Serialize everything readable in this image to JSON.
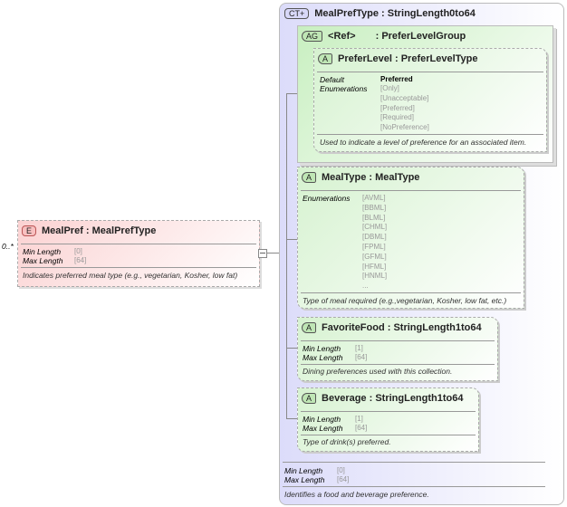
{
  "element": {
    "badge": "E",
    "title": "MealPref : MealPrefType",
    "cardinality": "0..*",
    "min_length_label": "Min Length",
    "min_length": "[0]",
    "max_length_label": "Max Length",
    "max_length": "[64]",
    "description": "Indicates preferred meal type (e.g., vegetarian, Kosher, low fat)"
  },
  "complex_type": {
    "badge": "CT+",
    "title": "MealPrefType : StringLength0to64",
    "min_length_label": "Min Length",
    "min_length": "[0]",
    "max_length_label": "Max Length",
    "max_length": "[64]",
    "description": "Identifies a food and beverage preference."
  },
  "attribute_group": {
    "badge": "AG",
    "ref": "<Ref>",
    "title": ": PreferLevelGroup"
  },
  "prefer_level": {
    "badge": "A",
    "title": "PreferLevel : PreferLevelType",
    "default_label": "Default",
    "default": "Preferred",
    "enum_label": "Enumerations",
    "enums": [
      "[Only]",
      "[Unacceptable]",
      "[Preferred]",
      "[Required]",
      "[NoPreference]"
    ],
    "description": "Used to indicate a level of preference for an associated item."
  },
  "meal_type": {
    "badge": "A",
    "title": "MealType : MealType",
    "enum_label": "Enumerations",
    "enums": [
      "[AVML]",
      "[BBML]",
      "[BLML]",
      "[CHML]",
      "[DBML]",
      "[FPML]",
      "[GFML]",
      "[HFML]",
      "[HNML]",
      "..."
    ],
    "description": "Type of meal required (e.g.,vegetarian, Kosher, low fat, etc.)"
  },
  "favorite_food": {
    "badge": "A",
    "title": "FavoriteFood : StringLength1to64",
    "min_length_label": "Min Length",
    "min_length": "[1]",
    "max_length_label": "Max Length",
    "max_length": "[64]",
    "description": "Dining preferences used with this collection."
  },
  "beverage": {
    "badge": "A",
    "title": "Beverage : StringLength1to64",
    "min_length_label": "Min Length",
    "min_length": "[1]",
    "max_length_label": "Max Length",
    "max_length": "[64]",
    "description": "Type of drink(s) preferred."
  }
}
